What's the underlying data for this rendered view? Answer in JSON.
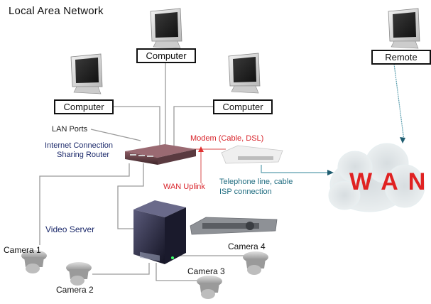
{
  "title": "Local Area Network",
  "computers": [
    {
      "label": "Computer"
    },
    {
      "label": "Computer"
    },
    {
      "label": "Computer"
    }
  ],
  "remote": {
    "label": "Remote"
  },
  "labels": {
    "lan_ports": "LAN Ports",
    "router_line1": "Internet Connection",
    "router_line2": "Sharing Router",
    "modem": "Modem (Cable, DSL)",
    "wan_uplink": "WAN Uplink",
    "isp_line1": "Telephone line, cable",
    "isp_line2": "ISP connection",
    "video_server": "Video Server"
  },
  "wan": {
    "label": "WAN"
  },
  "cameras": [
    {
      "label": "Camera 1"
    },
    {
      "label": "Camera 2"
    },
    {
      "label": "Camera 3"
    },
    {
      "label": "Camera 4"
    }
  ],
  "colors": {
    "accent_red": "#d8232a",
    "navy_text": "#1c2a6b",
    "teal_text": "#1f6c80",
    "line_gray": "#9a9a9a"
  }
}
